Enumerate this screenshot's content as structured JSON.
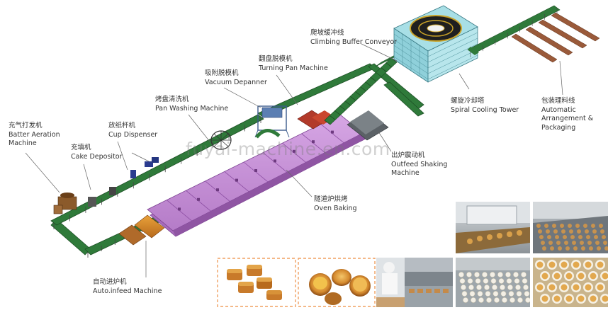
{
  "labels": {
    "batter_aeration": {
      "zh": "充气打发机",
      "en1": "Batter Aeration",
      "en2": "Machine"
    },
    "cake_depositor": {
      "zh": "充填机",
      "en1": "Cake Depositor"
    },
    "cup_dispenser": {
      "zh": "放纸杯机",
      "en1": "Cup Dispenser"
    },
    "pan_washing": {
      "zh": "烤盘清洗机",
      "en1": "Pan Washing Machine"
    },
    "vacuum_depanner": {
      "zh": "吸附脱模机",
      "en1": "Vacuum Depanner"
    },
    "turning_pan": {
      "zh": "翻盘脱模机",
      "en1": "Turning Pan Machine"
    },
    "climbing_buffer": {
      "zh": "爬坡缓冲线",
      "en1": "Climbing Buffer Conveyor"
    },
    "spiral_cooling": {
      "zh": "螺旋冷却塔",
      "en1": "Spiral Cooling Tower"
    },
    "packaging": {
      "zh": "包装理料线",
      "en1": "Automatic",
      "en2": "Arrangement &",
      "en3": "Packaging"
    },
    "outfeed_shaking": {
      "zh": "出炉震动机",
      "en1": "Outfeed Shaking",
      "en2": "Machine"
    },
    "oven_baking": {
      "zh": "隧道炉烘烤",
      "en1": "Oven Baking"
    },
    "auto_infeed": {
      "zh": "自动进炉机",
      "en1": "Auto.infeed Machine"
    }
  },
  "watermark": "fuyai-machine.en.com",
  "colors": {
    "conveyor": "#2f7a3a",
    "conveyor_dark": "#1d4f25",
    "oven": "#c58ed6",
    "oven_dark": "#8f55a3",
    "tower": "#9fd9e0",
    "leader": "#666666"
  }
}
